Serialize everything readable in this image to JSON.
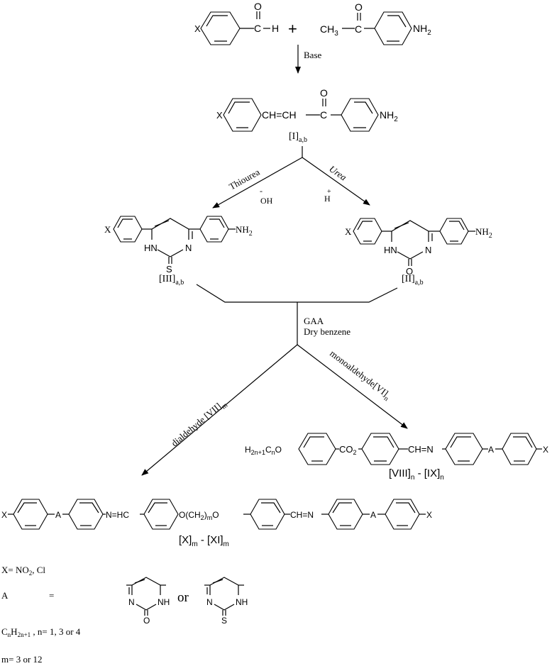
{
  "step1": {
    "sub_x": "X",
    "aldehyde_c": "C",
    "aldehyde_o": "O",
    "aldehyde_h": "H",
    "plus": "+",
    "ketone_ch3": "CH",
    "ketone_ch3_sub": "3",
    "ketone_c": "C",
    "ketone_o": "O",
    "amine": "NH",
    "amine_sub": "2"
  },
  "step1_arrow": {
    "label": "Base"
  },
  "chalcone": {
    "sub_x": "X",
    "linker": "CH=CH",
    "carbonyl_c": "C",
    "carbonyl_o": "O",
    "amine": "NH",
    "amine_sub": "2",
    "label_main": "[I]",
    "label_sub": "a,b"
  },
  "split1": {
    "left_reagent": "Thiourea",
    "left_condition": "OH",
    "left_condition_sup": "-",
    "right_reagent": "Urea",
    "right_condition": "H",
    "right_condition_sup": "+"
  },
  "thio_product": {
    "sub_x": "X",
    "amine": "NH",
    "amine_sub": "2",
    "hn": "HN",
    "n": "N",
    "s": "S",
    "label_main": "[III]",
    "label_sub": "a,b"
  },
  "urea_product": {
    "sub_x": "X",
    "amine": "NH",
    "amine_sub": "2",
    "hn": "HN",
    "n": "N",
    "o": "O",
    "label_main": "[II]",
    "label_sub": "a,b"
  },
  "merge": {
    "condition1": "GAA",
    "condition2": "Dry benzene"
  },
  "split2": {
    "left_label": "dialdehyde [VII]",
    "left_label_sub": "m",
    "right_label": "monoaldehyde[VI]",
    "right_label_sub": "n"
  },
  "mono_product": {
    "chain": "H",
    "chain_sub1": "2n+1",
    "chain_c": "C",
    "chain_sub2": "n",
    "ether_o": "O",
    "ester": "CO",
    "ester_sub": "2",
    "imine": "CH=N",
    "a": "A",
    "x": "X",
    "label_a": "[VIII]",
    "label_a_sub": "n",
    "label_dash": " - ",
    "label_b": "[IX]",
    "label_b_sub": "n"
  },
  "di_product": {
    "x_left": "X",
    "a_left": "A",
    "imine_left": "N=HC",
    "o_left": "O",
    "spacer": "(CH",
    "spacer_sub": "2",
    "spacer_close": ")",
    "spacer_sub2": "m",
    "o_right": "O",
    "imine_right": "CH=N",
    "a_right": "A",
    "x_right": "X",
    "label_a": "[X]",
    "label_a_sub": "m",
    "label_dash": " - ",
    "label_b": "[XI]",
    "label_b_sub": "m"
  },
  "legend": {
    "x_def": "X= NO",
    "x_def_sub": "2",
    "x_def_tail": ", Cl",
    "a_symbol": "A",
    "a_equals": "=",
    "a_or": "or",
    "ring_n": "N",
    "ring_nh": "NH",
    "ring_o": "O",
    "ring_s": "S",
    "chain_c": "C",
    "chain_c_sub": "n",
    "chain_h": "H",
    "chain_h_sub": "2n+1",
    "chain_tail": " ,  n= 1, 3 or 4",
    "m_def": "m= 3  or  12"
  }
}
